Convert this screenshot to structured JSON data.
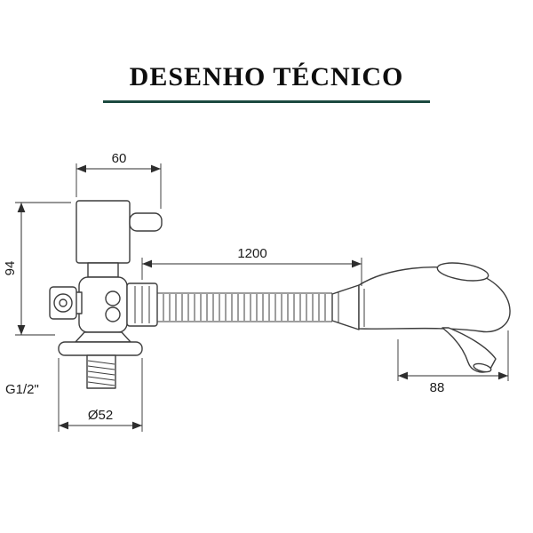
{
  "title": "DESENHO TÉCNICO",
  "colors": {
    "underline": "#1c4a40",
    "part_line": "#3d3d3d",
    "dim_line": "#2e2e2e"
  },
  "drawing": {
    "dim_top_width": "60",
    "dim_left_height": "94",
    "dim_hose_length": "1200",
    "dim_sprayer_length": "88",
    "thread_label": "G1/2\"",
    "dim_base_diameter": "Ø52"
  }
}
